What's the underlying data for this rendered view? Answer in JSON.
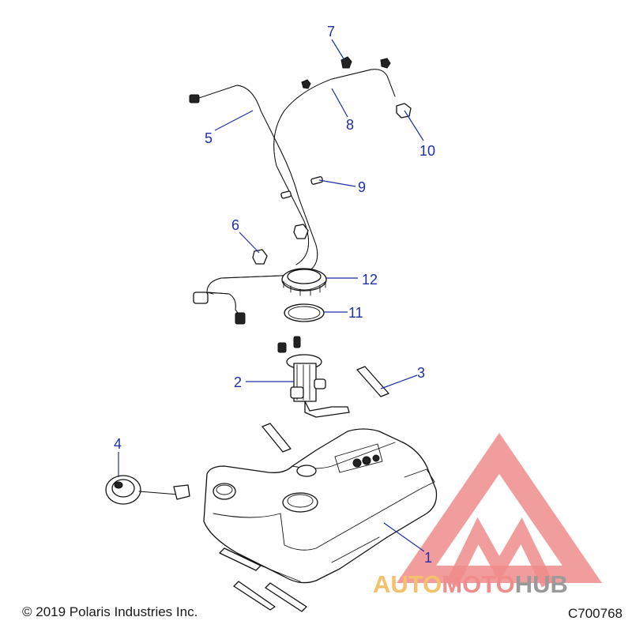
{
  "callouts": [
    {
      "num": "1",
      "part": "fuel-tank"
    },
    {
      "num": "2",
      "part": "fuel-pump-assembly"
    },
    {
      "num": "3",
      "part": "pad"
    },
    {
      "num": "4",
      "part": "fuel-cap"
    },
    {
      "num": "5",
      "part": "fuel-line"
    },
    {
      "num": "6",
      "part": "clip"
    },
    {
      "num": "7",
      "part": "clip"
    },
    {
      "num": "8",
      "part": "vent-line"
    },
    {
      "num": "9",
      "part": "connector"
    },
    {
      "num": "10",
      "part": "valve"
    },
    {
      "num": "11",
      "part": "gasket"
    },
    {
      "num": "12",
      "part": "retaining-ring"
    }
  ],
  "footer": {
    "copyright": "© 2019 Polaris Industries Inc.",
    "drawing_id": "C700768"
  },
  "watermark": {
    "brand_part1": "AUTO",
    "brand_part2": "MOTO",
    "brand_part3": "HUB",
    "colors": {
      "triangle": "#f08c8c",
      "auto": "#f5c06a",
      "moto": "#f08c8c",
      "hub": "#9a9a9a"
    }
  },
  "colors": {
    "callout": "#1f2fa8",
    "line_art": "#111111"
  }
}
